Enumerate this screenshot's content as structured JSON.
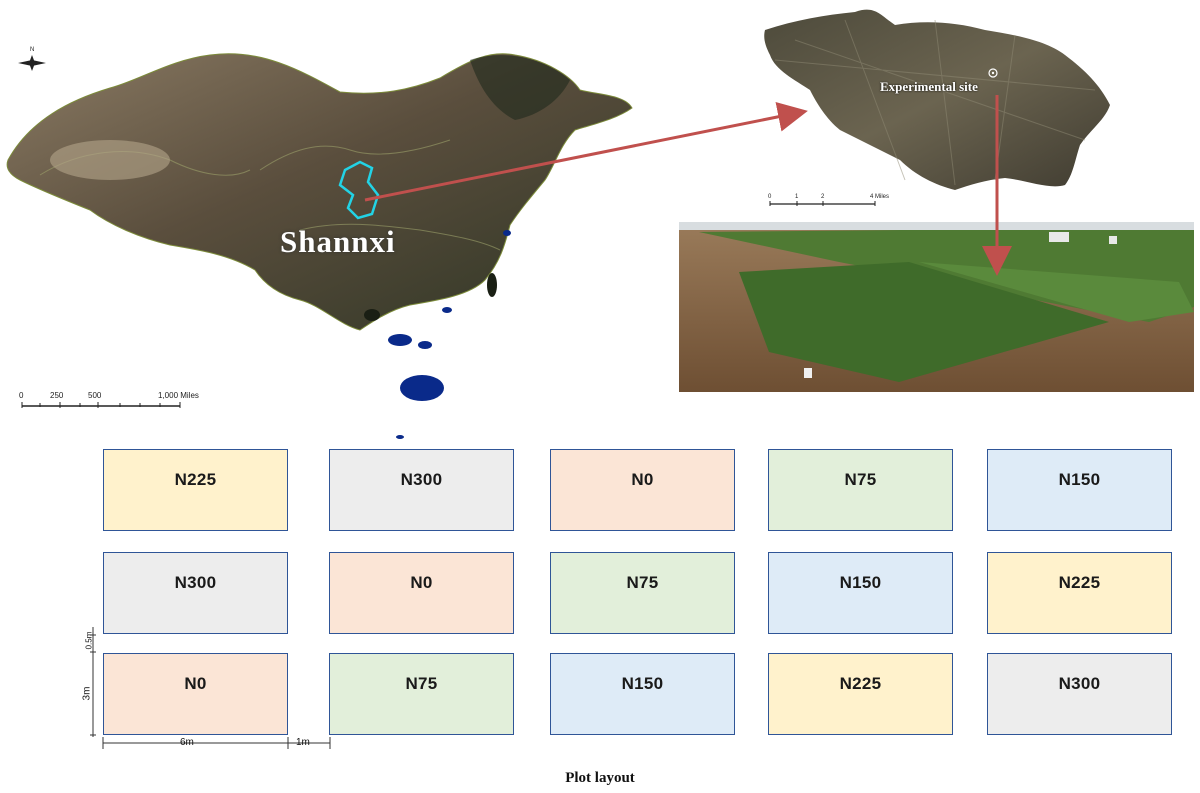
{
  "map": {
    "region_label": "Shannxi",
    "scale_labels": [
      "0",
      "250",
      "500",
      "1,000 Miles"
    ],
    "north_symbol": "N"
  },
  "site_map": {
    "site_label": "Experimental site",
    "scale_labels": [
      "0",
      "1",
      "2",
      "4 Miles"
    ]
  },
  "colors": {
    "N0": "#fbe5d6",
    "N75": "#e2efda",
    "N150": "#deebf7",
    "N225": "#fff2cc",
    "N300": "#ededed",
    "plot_border": "#2f5597",
    "arrow": "#c0504d",
    "boundary": "#22d3e6"
  },
  "plot_layout": {
    "rows": [
      [
        "N225",
        "N300",
        "N0",
        "N75",
        "N150"
      ],
      [
        "N300",
        "N0",
        "N75",
        "N150",
        "N225"
      ],
      [
        "N0",
        "N75",
        "N150",
        "N225",
        "N300"
      ]
    ],
    "dim_plot_width": "6m",
    "dim_gap_width": "1m",
    "dim_plot_height": "3m",
    "dim_row_gap": "0.5m",
    "caption": "Plot layout"
  }
}
